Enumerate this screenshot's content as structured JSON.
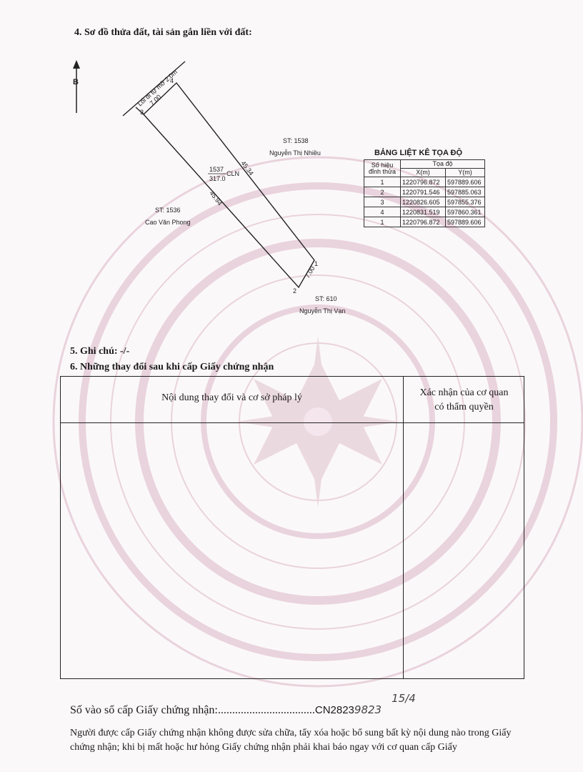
{
  "section4_title": "4. Sơ đồ thửa đất, tài sản gắn liền với đất:",
  "north_label": "B",
  "map": {
    "road_label": "Lối đi tự mở 2.0m",
    "parcel_number": "1537",
    "parcel_area": "317.0",
    "land_use": "CLN",
    "edge_top": "7.00",
    "edge_bottom": "7.00",
    "edge_right": "45.34",
    "edge_left": "45.94",
    "vertex_1": "1",
    "vertex_2": "2",
    "vertex_3": "3",
    "vertex_4": "4",
    "neighbors": [
      {
        "st": "ST: 1538",
        "name": "Nguyễn Thị Nhiều"
      },
      {
        "st": "ST: 1536",
        "name": "Cao Văn Phong"
      },
      {
        "st": "ST: 610",
        "name": "Nguyễn Thị Vạn"
      }
    ]
  },
  "coord_table": {
    "title": "BẢNG LIỆT KÊ TỌA ĐỘ",
    "col_point": "Số hiệu đỉnh thửa",
    "col_coord": "Tọa độ",
    "col_x": "X(m)",
    "col_y": "Y(m)",
    "rows": [
      {
        "point": "1",
        "x": "1220796.872",
        "y": "597889.606"
      },
      {
        "point": "2",
        "x": "1220791.546",
        "y": "597885.063"
      },
      {
        "point": "3",
        "x": "1220826.605",
        "y": "597855.376"
      },
      {
        "point": "4",
        "x": "1220831.519",
        "y": "597860.361"
      },
      {
        "point": "1",
        "x": "1220796.872",
        "y": "597889.606"
      }
    ]
  },
  "section5": "5. Ghi chú: -/-",
  "section6": "6. Những thay đổi sau khi cấp Giấy chứng nhận",
  "changes_table": {
    "col1": "Nội dung thay đổi và cơ sở pháp lý",
    "col2_line1": "Xác nhận của cơ quan",
    "col2_line2": "có thẩm quyền"
  },
  "cert_label": "Số vào sổ cấp Giấy chứng nhận:",
  "cert_dots": "..................................",
  "cert_number": "CN2823",
  "cert_handwritten": "9823",
  "cert_handwritten_date": "15/4",
  "note_text": "Người được cấp Giấy chứng nhận không được sửa chữa, tẩy xóa hoặc bổ sung bất kỳ nội dung nào trong Giấy chứng nhận; khi bị mất hoặc hư hỏng Giấy chứng nhận phải khai báo ngay với cơ quan cấp Giấy"
}
